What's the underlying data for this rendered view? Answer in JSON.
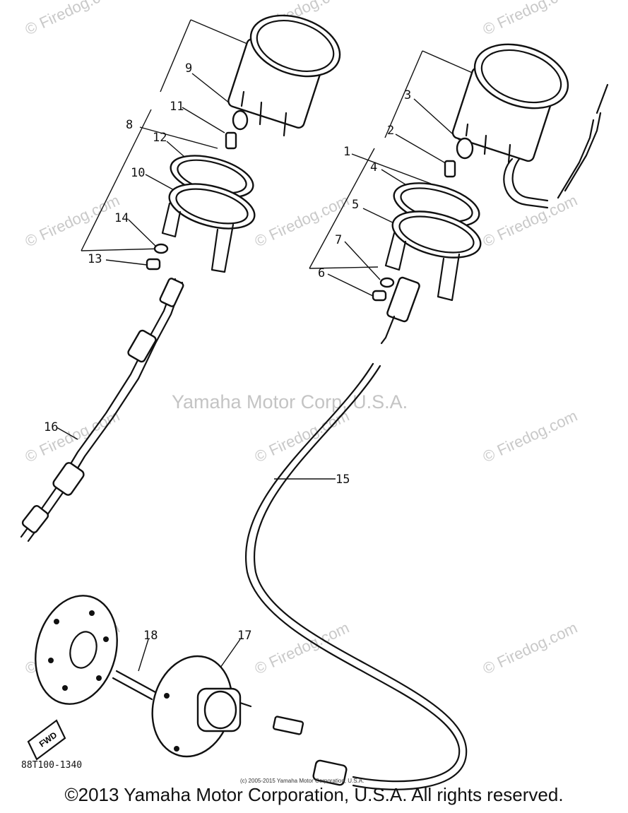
{
  "watermarks": {
    "firedog": "© Firedog.com",
    "center": "Yamaha Motor Corp, U.S.A."
  },
  "callouts": {
    "c1": "1",
    "c2": "2",
    "c3": "3",
    "c4": "4",
    "c5": "5",
    "c6": "6",
    "c7": "7",
    "c8": "8",
    "c9": "9",
    "c10": "10",
    "c11": "11",
    "c12": "12",
    "c13": "13",
    "c14": "14",
    "c15": "15",
    "c16": "16",
    "c17": "17",
    "c18": "18"
  },
  "fwd_label": "FWD",
  "part_code": "88T100-1340",
  "small_credit": "(c) 2005-2015 Yamaha Motor Corporation, U.S.A.",
  "footer": "©2013 Yamaha Motor Corporation, U.S.A. All rights reserved."
}
